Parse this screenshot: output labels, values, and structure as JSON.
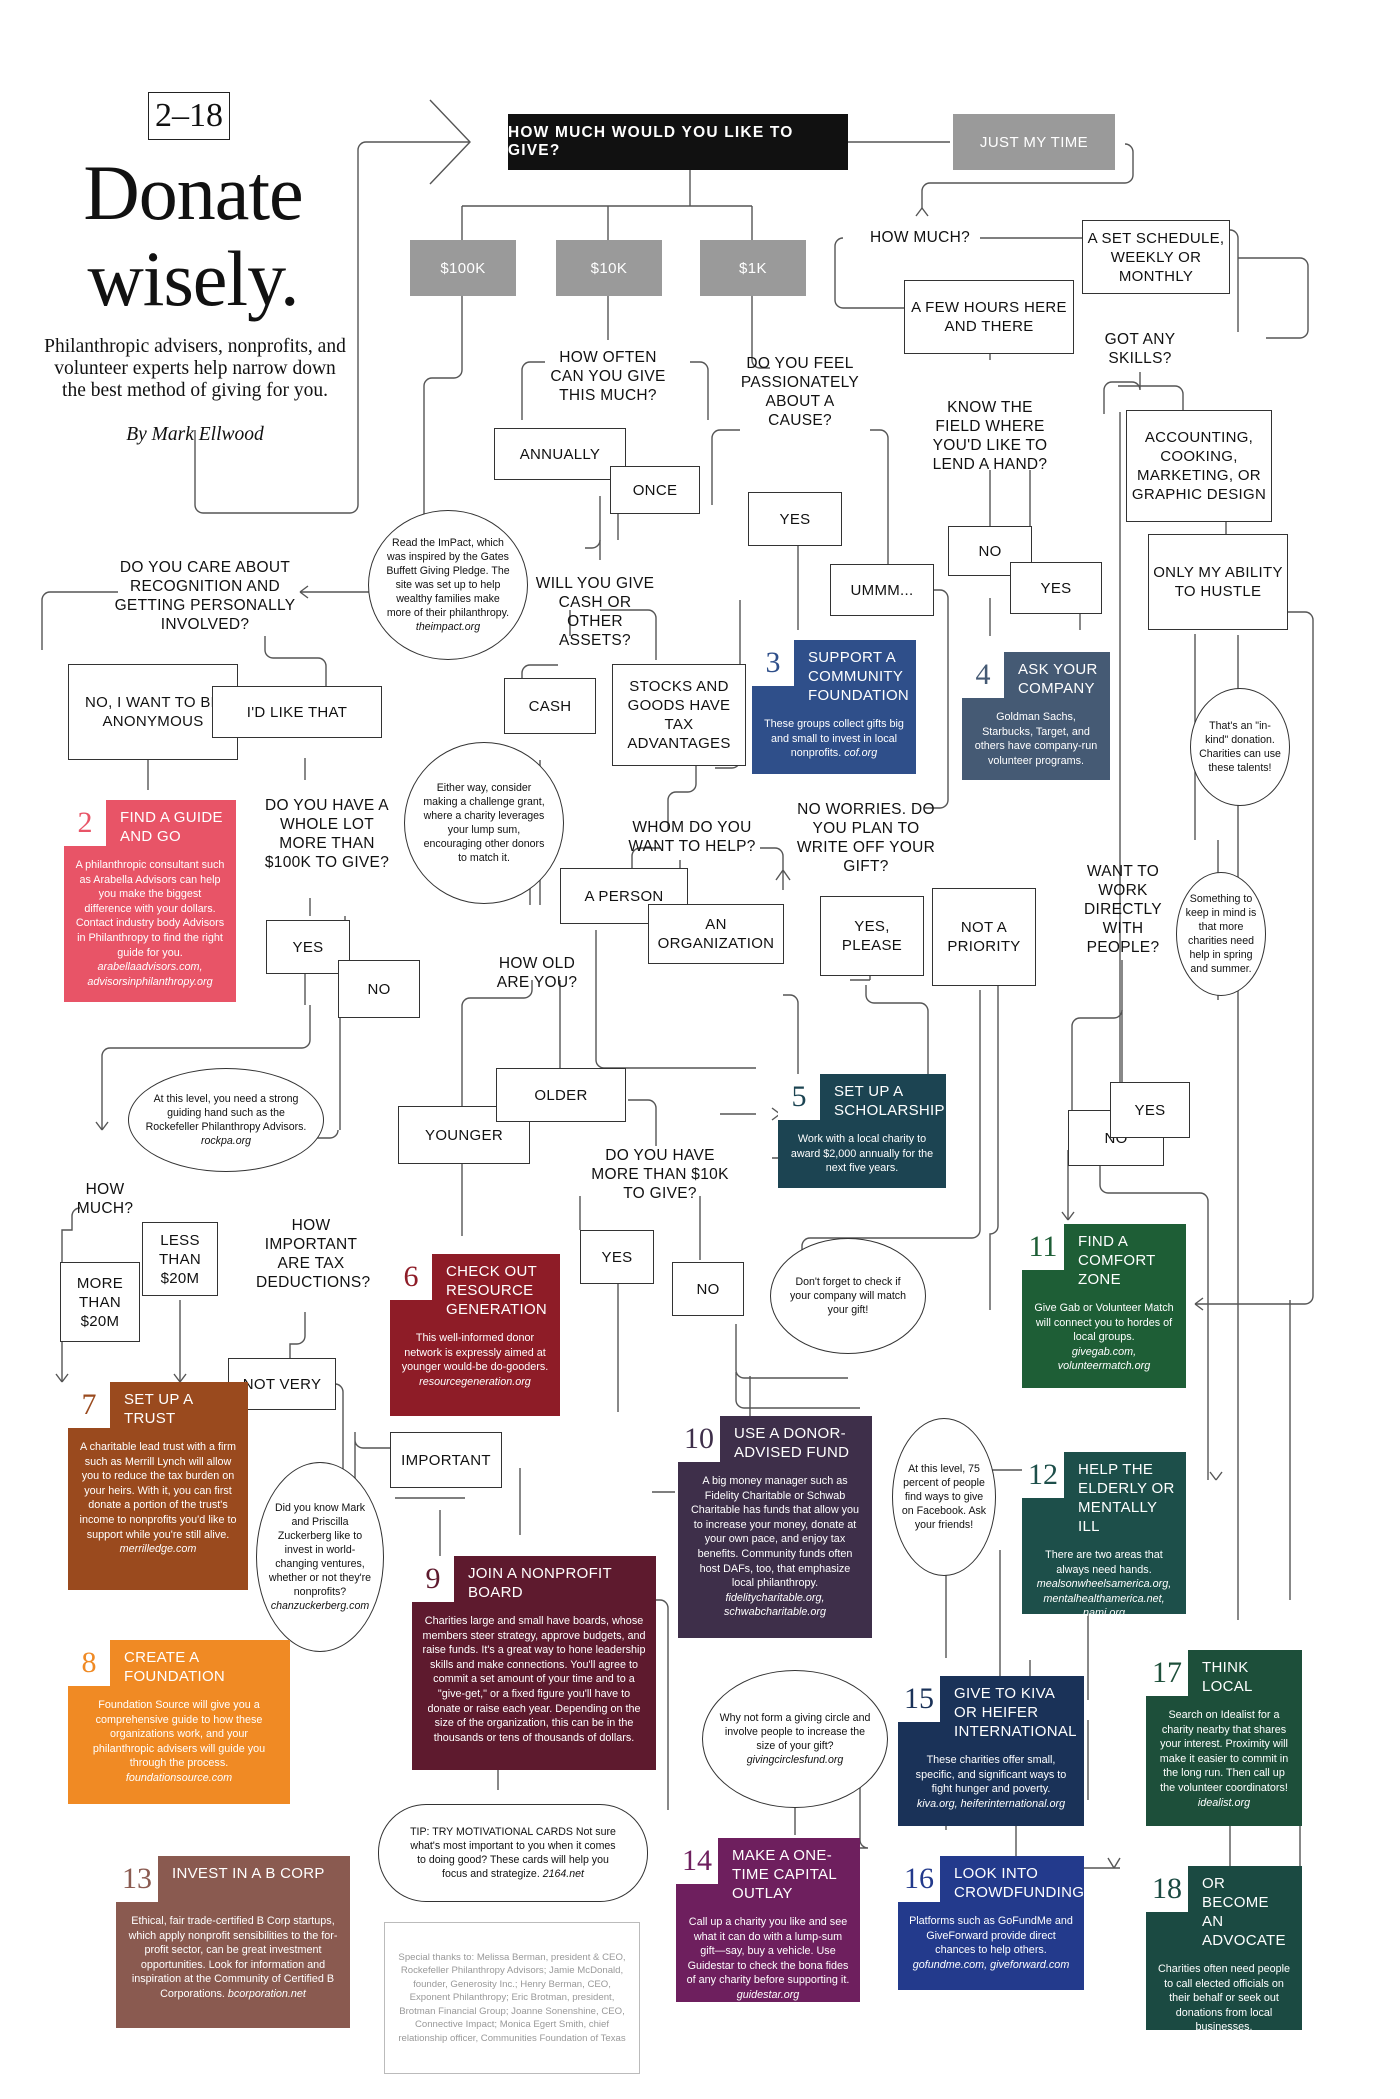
{
  "header": {
    "badge": "2–18",
    "title": "Donate wisely.",
    "subtitle": "Philanthropic advisers, nonprofits, and volunteer experts help narrow down the best method of giving for you.",
    "byline": "By Mark Ellwood"
  },
  "start": {
    "question": "HOW MUCH WOULD YOU LIKE TO GIVE?",
    "just_my_time": "JUST MY TIME",
    "amount_100k": "$100K",
    "amount_10k": "$10K",
    "amount_1k": "$1K"
  },
  "questions": {
    "how_often": "HOW OFTEN CAN YOU GIVE THIS MUCH?",
    "passionate": "DO YOU FEEL PASSIONATELY ABOUT A CAUSE?",
    "how_much": "HOW MUCH?",
    "know_field": "KNOW THE FIELD WHERE YOU'D LIKE TO LEND A HAND?",
    "got_skills": "GOT ANY SKILLS?",
    "recognition": "DO YOU CARE ABOUT RECOGNITION AND GETTING PERSONALLY INVOLVED?",
    "cash_assets": "WILL YOU GIVE CASH OR OTHER ASSETS?",
    "whole_lot": "DO YOU HAVE A WHOLE LOT MORE THAN $100K TO GIVE?",
    "whom": "WHOM DO YOU WANT TO HELP?",
    "write_off": "NO WORRIES. DO YOU PLAN TO WRITE OFF YOUR GIFT?",
    "work_people": "WANT TO WORK DIRECTLY WITH PEOPLE?",
    "how_old": "HOW OLD ARE YOU?",
    "how_much_left": "HOW MUCH?",
    "tax_deductions": "HOW IMPORTANT ARE TAX DEDUCTIONS?",
    "more_10k": "DO YOU HAVE MORE THAN $10K TO GIVE?"
  },
  "answers": {
    "annually": "ANNUALLY",
    "once": "ONCE",
    "yes_passion": "YES",
    "ummm": "UMMM...",
    "few_hours": "A FEW HOURS HERE AND THERE",
    "set_schedule": "A SET SCHEDULE, WEEKLY OR MONTHLY",
    "no_field": "NO",
    "yes_field": "YES",
    "skills_list": "ACCOUNTING, COOKING, MARKETING, OR GRAPHIC DESIGN",
    "ability_hustle": "ONLY MY ABILITY TO HUSTLE",
    "anonymous": "NO, I WANT TO BE ANONYMOUS",
    "like_that": "I'D LIKE THAT",
    "cash": "CASH",
    "stocks": "STOCKS AND GOODS HAVE TAX ADVANTAGES",
    "yes_lot": "YES",
    "no_lot": "NO",
    "a_person": "A PERSON",
    "an_org": "AN ORGANIZATION",
    "yes_please": "YES, PLEASE",
    "not_priority": "NOT A PRIORITY",
    "younger": "YOUNGER",
    "older": "OLDER",
    "no_people": "NO",
    "yes_people": "YES",
    "less_20m": "LESS THAN $20M",
    "more_20m": "MORE THAN $20M",
    "not_very": "NOT VERY",
    "important": "IMPORTANT",
    "yes_10k": "YES",
    "no_10k": "NO"
  },
  "notes": {
    "impact": "Read the ImPact, which was inspired by the Gates Buffett Giving Pledge. The site was set up to help wealthy families make more of their philanthropy.",
    "impact_link": "theimpact.org",
    "challenge": "Either way, consider making a challenge grant, where a charity leverages your lump sum, encouraging other donors to match it.",
    "in_kind": "That's an \"in-kind\" donation. Charities can use these talents!",
    "keep_in_mind": "Something to keep in mind is that more charities need help in spring and summer.",
    "guiding_hand": "At this level, you need a strong guiding hand such as the Rockefeller Philanthropy Advisors.",
    "guiding_hand_link": "rockpa.org",
    "company_match": "Don't forget to check if your company will match your gift!",
    "facebook": "At this level, 75 percent of people find ways to give on Facebook. Ask your friends!",
    "zuckerberg": "Did you know Mark and Priscilla Zuckerberg like to invest in world-changing ventures, whether or not they're nonprofits?",
    "zuckerberg_link": "chanzuckerberg.com",
    "giving_circle": "Why not form a giving circle and involve people to increase the size of your gift?",
    "giving_circle_link": "givingcirclesfund.org",
    "tip": "TIP: TRY MOTIVATIONAL CARDS Not sure what's most important to you when it comes to doing good? These cards will help you focus and strategize.",
    "tip_link": "2164.net"
  },
  "cards": [
    {
      "num": "2",
      "title": "FIND A GUIDE AND GO",
      "body": "A philanthropic consultant such as Arabella Advisors can help you make the biggest difference with your dollars. Contact industry body Advisors in Philanthropy to find the right guide for you.",
      "link": "arabellaadvisors.com, advisorsinphilanthropy.org",
      "color": "#e85467"
    },
    {
      "num": "3",
      "title": "SUPPORT A COMMUNITY FOUNDATION",
      "body": "These groups collect gifts big and small to invest in local nonprofits.",
      "link": "cof.org",
      "color": "#2f4f8a"
    },
    {
      "num": "4",
      "title": "ASK YOUR COMPANY",
      "body": "Goldman Sachs, Starbucks, Target, and others have company-run volunteer programs.",
      "link": "",
      "color": "#455a74"
    },
    {
      "num": "5",
      "title": "SET UP A SCHOLARSHIP",
      "body": "Work with a local charity to award $2,000 annually for the next five years.",
      "link": "",
      "color": "#1c4452"
    },
    {
      "num": "6",
      "title": "CHECK OUT RESOURCE GENERATION",
      "body": "This well-informed donor network is expressly aimed at younger would-be do-gooders.",
      "link": "resourcegeneration.org",
      "color": "#8e1c27"
    },
    {
      "num": "7",
      "title": "SET UP A TRUST",
      "body": "A charitable lead trust with a firm such as Merrill Lynch will allow you to reduce the tax burden on your heirs. With it, you can first donate a portion of the trust's income to nonprofits you'd like to support while you're still alive.",
      "link": "merrilledge.com",
      "color": "#9a4a1e"
    },
    {
      "num": "8",
      "title": "CREATE A FOUNDATION",
      "body": "Foundation Source will give you a comprehensive guide to how these organizations work, and your philanthropic advisers will guide you through the process.",
      "link": "foundationsource.com",
      "color": "#f08a24"
    },
    {
      "num": "9",
      "title": "JOIN A NONPROFIT BOARD",
      "body": "Charities large and small have boards, whose members steer strategy, approve budgets, and raise funds. It's a great way to hone leadership skills and make connections. You'll agree to commit a set amount of your time and to a \"give-get,\" or a fixed figure you'll have to donate or raise each year. Depending on the size of the organization, this can be in the thousands or tens of thousands of dollars.",
      "link": "",
      "color": "#5e1a2e"
    },
    {
      "num": "10",
      "title": "USE A DONOR-ADVISED FUND",
      "body": "A big money manager such as Fidelity Charitable or Schwab Charitable has funds that allow you to increase your money, donate at your own pace, and enjoy tax benefits. Community funds often host DAFs, too, that emphasize local philanthropy.",
      "link": "fidelitycharitable.org, schwabcharitable.org",
      "color": "#3e2f4a"
    },
    {
      "num": "11",
      "title": "FIND A COMFORT ZONE",
      "body": "Give Gab or Volunteer Match will connect you to hordes of local groups.",
      "link": "givegab.com, volunteermatch.org",
      "color": "#1e5e36"
    },
    {
      "num": "12",
      "title": "HELP THE ELDERLY OR MENTALLY ILL",
      "body": "There are two areas that always need hands.",
      "link": "mealsonwheelsamerica.org, mentalhealthamerica.net, nami.org",
      "color": "#1d4f4a"
    },
    {
      "num": "13",
      "title": "INVEST IN A B CORP",
      "body": "Ethical, fair trade-certified B Corp startups, which apply nonprofit sensibilities to the for-profit sector, can be great investment opportunities. Look for information and inspiration at the Community of Certified B Corporations.",
      "link": "bcorporation.net",
      "color": "#8a5a50"
    },
    {
      "num": "14",
      "title": "MAKE A ONE-TIME CAPITAL OUTLAY",
      "body": "Call up a charity you like and see what it can do with a lump-sum gift—say, buy a vehicle. Use Guidestar to check the bona fides of any charity before supporting it.",
      "link": "guidestar.org",
      "color": "#6e1f5e"
    },
    {
      "num": "15",
      "title": "GIVE TO KIVA OR HEIFER INTERNATIONAL",
      "body": "These charities offer small, specific, and significant ways to fight hunger and poverty.",
      "link": "kiva.org, heiferinternational.org",
      "color": "#1a3258"
    },
    {
      "num": "16",
      "title": "LOOK INTO CROWDFUNDING",
      "body": "Platforms such as GoFundMe and GiveForward provide direct chances to help others.",
      "link": "gofundme.com, giveforward.com",
      "color": "#233a8c"
    },
    {
      "num": "17",
      "title": "THINK LOCAL",
      "body": "Search on Idealist for a charity nearby that shares your interest. Proximity will make it easier to commit in the long run. Then call up the volunteer coordinators!",
      "link": "idealist.org",
      "color": "#1d4f3a"
    },
    {
      "num": "18",
      "title": "OR BECOME AN ADVOCATE",
      "body": "Charities often need people to call elected officials on their behalf or seek out donations from local businesses.",
      "link": "",
      "color": "#1b4a42"
    }
  ],
  "thanks": "Special thanks to: Melissa Berman, president & CEO, Rockefeller Philanthropy Advisors; Jamie McDonald, founder, Generosity Inc.; Henry Berman, CEO, Exponent Philanthropy; Eric Brotman, president, Brotman Financial Group; Joanne Sonenshine, CEO, Connective Impact; Monica Egert Smith, chief relationship officer, Communities Foundation of Texas"
}
